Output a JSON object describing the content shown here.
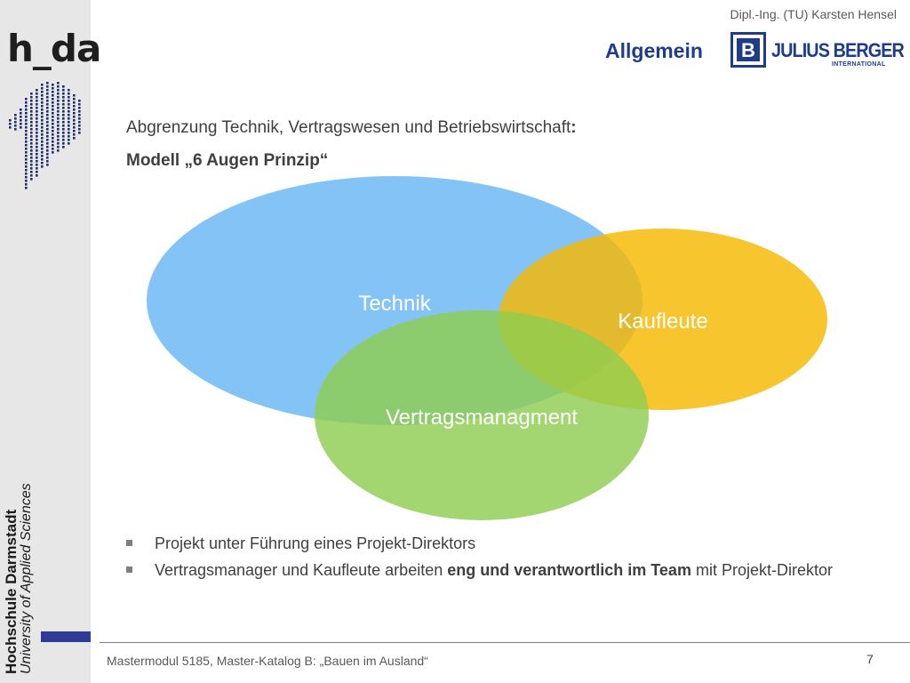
{
  "header": {
    "author": "Dipl.-Ing. (TU) Karsten Hensel",
    "section_title": "Allgemein",
    "partner_logo": {
      "icon": "julius-berger-logo",
      "box_letter": "B",
      "name": "JULIUS BERGER",
      "sub": "INTERNATIONAL"
    }
  },
  "sidebar": {
    "logo_text": "h_da",
    "logo_icon": "h-da-dot-pattern",
    "institution_name": "Hochschule Darmstadt",
    "institution_tagline": "University of Applied Sciences",
    "accent_color": "#2f3b97"
  },
  "content": {
    "subtitle_main": "Abgrenzung Technik, Vertragswesen und Betriebswirtschaft",
    "subtitle_colon": ":",
    "model_title": "Modell „6 Augen Prinzip“",
    "venn": {
      "circles": [
        {
          "label": "Technik",
          "color": "#6fb9f5"
        },
        {
          "label": "Kaufleute",
          "color": "#f5b800"
        },
        {
          "label": "Vertragsmanagment",
          "color": "#8fcd50"
        }
      ]
    },
    "bullets": {
      "item1": "Projekt unter Führung eines Projekt-Direktors",
      "item2_pre": "Vertragsmanager und Kaufleute arbeiten ",
      "item2_bold": "eng und verantwortlich im Team",
      "item2_post": " mit Projekt-Direktor"
    }
  },
  "footer": {
    "course": "Mastermodul 5185, Master-Katalog B: „Bauen im Ausland“",
    "page_number": "7"
  }
}
